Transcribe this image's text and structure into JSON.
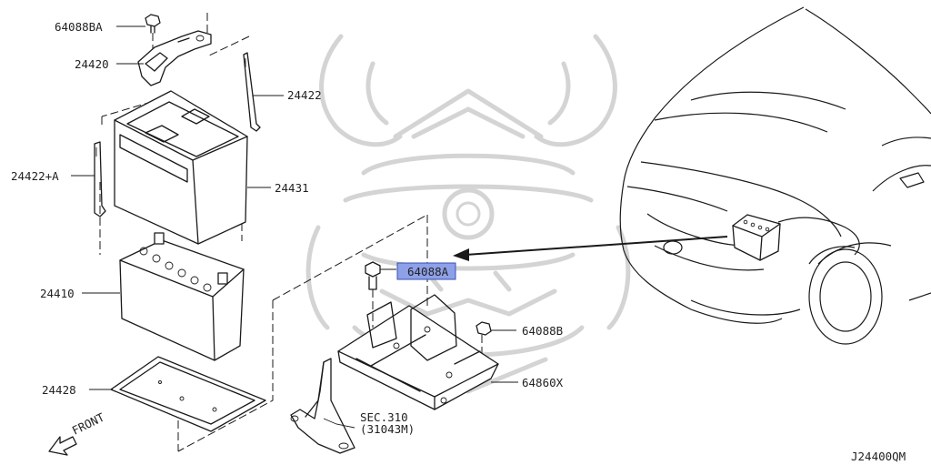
{
  "labels": {
    "nut_top": "64088BA",
    "bracket": "24420",
    "rod_right": "24422",
    "rod_left": "24422+A",
    "battery_cover": "24431",
    "battery": "24410",
    "tray": "24428",
    "bolt_highlight": "64088A",
    "nut_right": "64088B",
    "support_bracket": "64860X",
    "sec_ref_line1": "SEC.310",
    "sec_ref_line2": "(31043M)",
    "front": "FRONT",
    "diagram_code": "J24400QM"
  },
  "icons": {
    "front_arrow": "front-arrow-icon",
    "watermark": "samurai-helmet-watermark"
  },
  "colors": {
    "highlight": "#8ea0e8",
    "ink": "#1a1a1a",
    "watermark": "#d4d4d4"
  }
}
